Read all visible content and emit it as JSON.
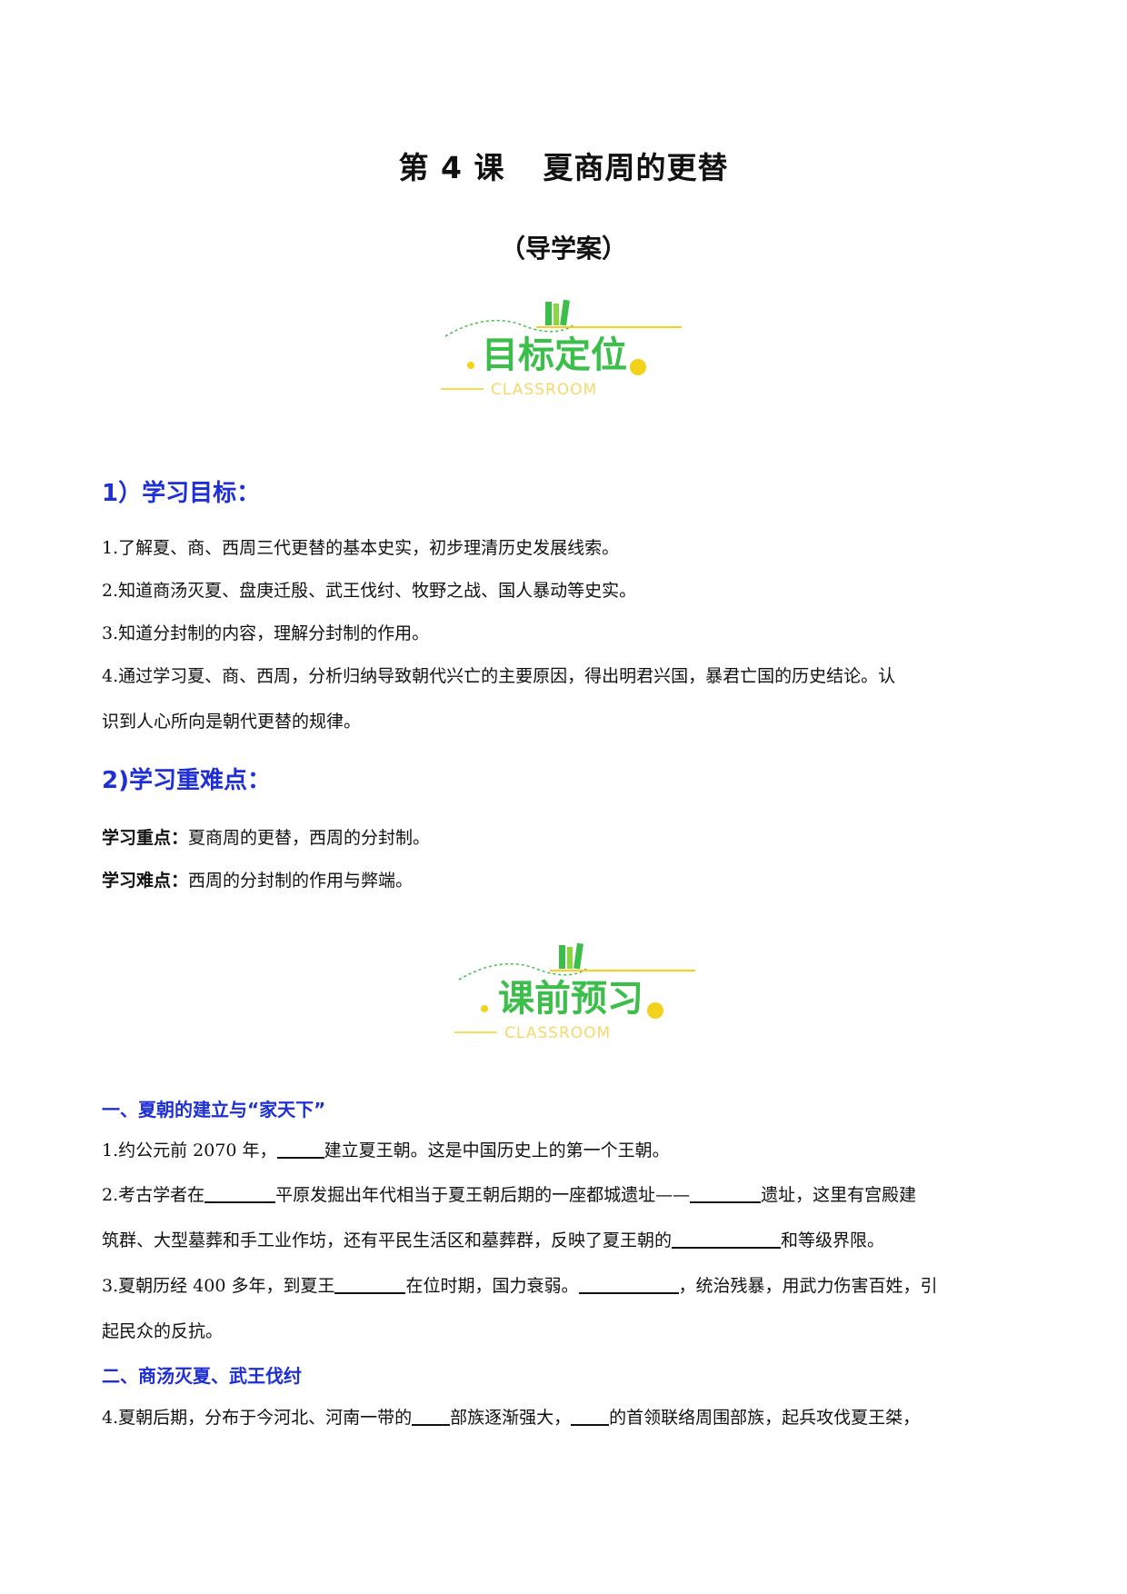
{
  "header": {
    "lesson": "第 4 课",
    "title": "夏商周的更替",
    "subtitle": "（导学案）"
  },
  "badges": [
    {
      "label": "目标定位",
      "caption": "CLASSROOM"
    },
    {
      "label": "课前预习",
      "caption": "CLASSROOM"
    }
  ],
  "section1": {
    "heading": "1）学习目标：",
    "items": [
      "1.了解夏、商、西周三代更替的基本史实，初步理清历史发展线索。",
      "2.知道商汤灭夏、盘庚迁殷、武王伐纣、牧野之战、国人暴动等史实。",
      "3.知道分封制的内容，理解分封制的作用。",
      "4.通过学习夏、商、西周，分析归纳导致朝代兴亡的主要原因，得出明君兴国，暴君亡国的历史结论。认",
      "识到人心所向是朝代更替的规律。"
    ]
  },
  "section2": {
    "heading": "2)学习重难点：",
    "key_label": "学习重点：",
    "key_text": "夏商周的更替，西周的分封制。",
    "diff_label": "学习难点：",
    "diff_text": "西周的分封制的作用与弊端。"
  },
  "preview": {
    "part1_heading": "一、夏朝的建立与“家天下”",
    "q1_a": "1.约公元前 2070 年，",
    "q1_b": "建立夏王朝。这是中国历史上的第一个王朝。",
    "q2_a": "2.考古学者在",
    "q2_b": "平原发掘出年代相当于夏王朝后期的一座都城遗址——",
    "q2_c": "遗址，这里有宫殿建",
    "q2_d": "筑群、大型墓葬和手工业作坊，还有平民生活区和墓葬群，反映了夏王朝的",
    "q2_e": "和等级界限。",
    "q3_a": "3.夏朝历经 400 多年，到夏王",
    "q3_b": "在位时期，国力衰弱。",
    "q3_c": "，统治残暴，用武力伤害百姓，引",
    "q3_d": "起民众的反抗。",
    "part2_heading": "二、商汤灭夏、武王伐纣",
    "q4_a": "4.夏朝后期，分布于今河北、河南一带的",
    "q4_b": "部族逐渐强大，",
    "q4_c": "的首领联络周围部族，起兵攻伐夏王桀，"
  },
  "colors": {
    "heading_blue": "#1e2fd6",
    "badge_green": "#3cbf4a",
    "badge_yellow": "#f2d21b"
  }
}
